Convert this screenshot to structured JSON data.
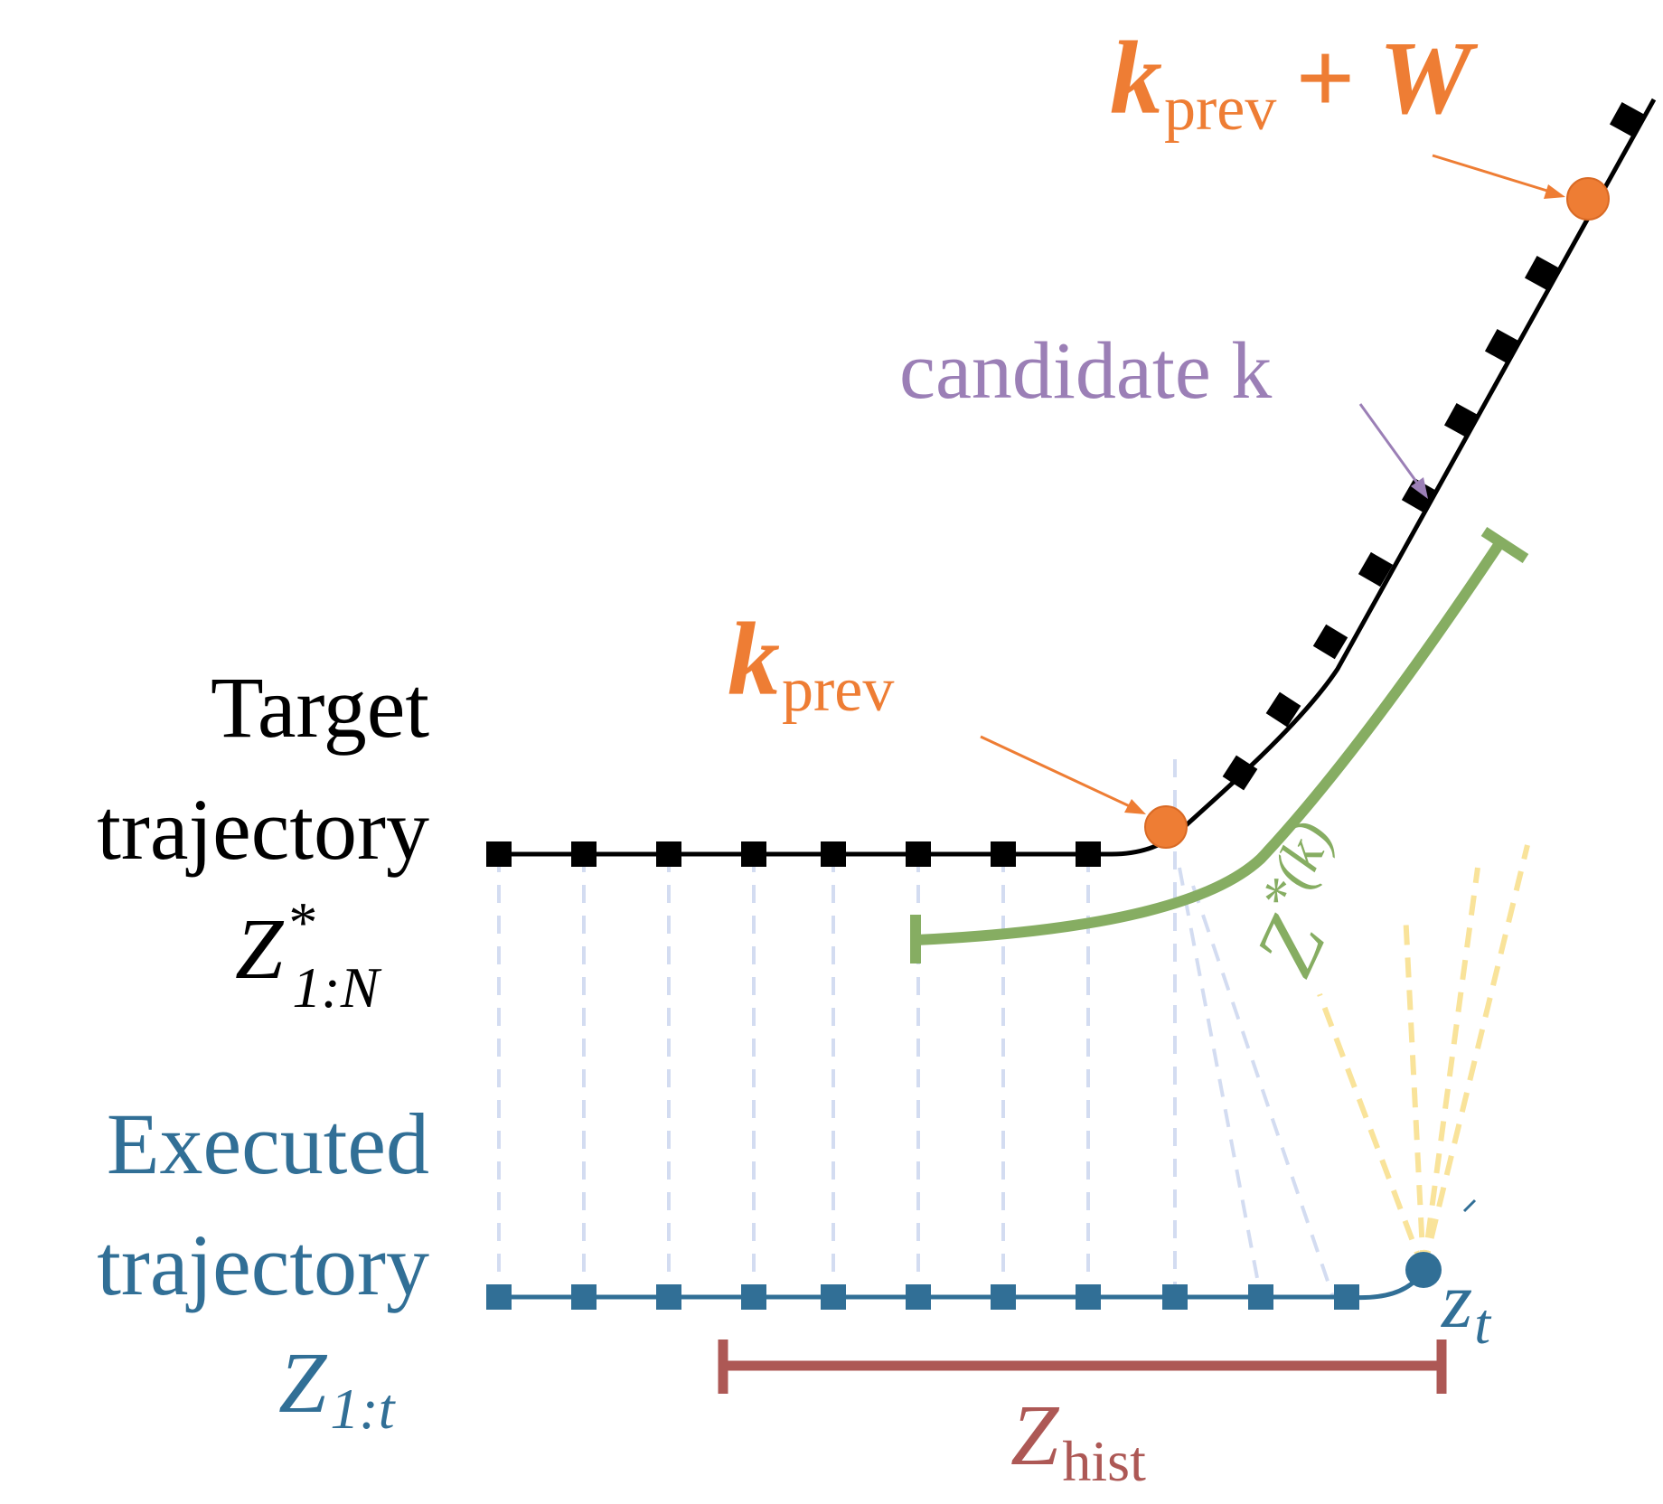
{
  "labels": {
    "target_line1": "Target",
    "target_line2": "trajectory",
    "target_symbol_main": "Z",
    "target_symbol_sup": "*",
    "target_symbol_sub": "1:N",
    "executed_line1": "Executed",
    "executed_line2": "trajectory",
    "executed_symbol_main": "Z",
    "executed_symbol_sub": "1:t",
    "k_prev_main": "k",
    "k_prev_sub": "prev",
    "k_prev_w_main": "k",
    "k_prev_w_sub": "prev",
    "k_prev_w_rest": "+ W",
    "candidate_k": "candidate k",
    "zstar_k_main": "Z",
    "zstar_k_sup": "*(k)",
    "zt_main": "z",
    "zt_sub": "t",
    "zhist_main": "Z",
    "zhist_sub": "hist"
  },
  "colors": {
    "black": "#000000",
    "orange": "#ee7d34",
    "purple": "#9b7fb6",
    "green": "#86ad62",
    "blue": "#316f96",
    "red": "#ad5855",
    "light_blue": "#d3dcf1",
    "light_yellow": "#f9e39a"
  }
}
